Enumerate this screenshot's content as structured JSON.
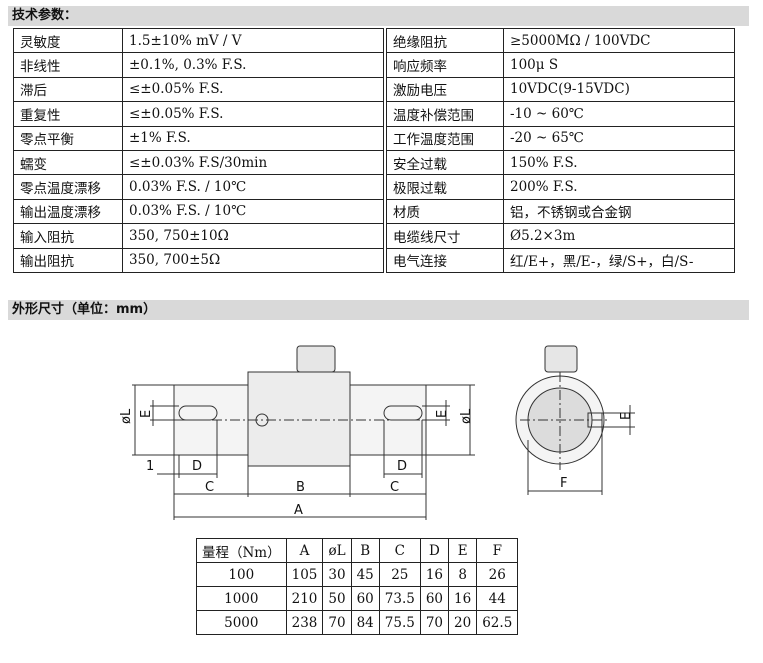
{
  "tech_header": "技术参数：",
  "specs": [
    {
      "l_name": "灵敏度",
      "l_val": "1.5±10% mV / V",
      "r_name": "绝缘阻抗",
      "r_val": "≥5000MΩ / 100VDC"
    },
    {
      "l_name": "非线性",
      "l_val": "±0.1%, 0.3% F.S.",
      "r_name": "响应频率",
      "r_val": "100μ S"
    },
    {
      "l_name": "滞后",
      "l_val": "≤±0.05% F.S.",
      "r_name": "激励电压",
      "r_val": "10VDC(9-15VDC)"
    },
    {
      "l_name": "重复性",
      "l_val": "≤±0.05% F.S.",
      "r_name": "温度补偿范围",
      "r_val": "-10 ~ 60℃"
    },
    {
      "l_name": "零点平衡",
      "l_val": "±1% F.S.",
      "r_name": "工作温度范围",
      "r_val": "-20 ~ 65℃"
    },
    {
      "l_name": "蠕变",
      "l_val": "≤±0.03% F.S/30min",
      "r_name": "安全过载",
      "r_val": "150% F.S."
    },
    {
      "l_name": "零点温度漂移",
      "l_val": "0.03% F.S. / 10℃",
      "r_name": "极限过载",
      "r_val": "200% F.S."
    },
    {
      "l_name": "输出温度漂移",
      "l_val": "0.03% F.S. / 10℃",
      "r_name": "材质",
      "r_val": "铝，不锈钢或合金钢"
    },
    {
      "l_name": "输入阻抗",
      "l_val": "350, 750±10Ω",
      "r_name": "电缆线尺寸",
      "r_val": "Ø5.2×3m"
    },
    {
      "l_name": "输出阻抗",
      "l_val": "350, 700±5Ω",
      "r_name": "电气连接",
      "r_val": "红/E+，黑/E-，绿/S+，白/S-"
    }
  ],
  "dims_header": "外形尺寸（单位：mm）",
  "drawing_labels": {
    "phiL": "øL",
    "E": "E",
    "one": "1",
    "D": "D",
    "C": "C",
    "B": "B",
    "A": "A",
    "F": "F"
  },
  "dims_table": {
    "headers": [
      "量程（Nm）",
      "A",
      "øL",
      "B",
      "C",
      "D",
      "E",
      "F"
    ],
    "rows": [
      [
        "100",
        "105",
        "30",
        "45",
        "25",
        "16",
        "8",
        "26"
      ],
      [
        "1000",
        "210",
        "50",
        "60",
        "73.5",
        "60",
        "16",
        "44"
      ],
      [
        "5000",
        "238",
        "70",
        "84",
        "75.5",
        "70",
        "20",
        "62.5"
      ]
    ]
  }
}
